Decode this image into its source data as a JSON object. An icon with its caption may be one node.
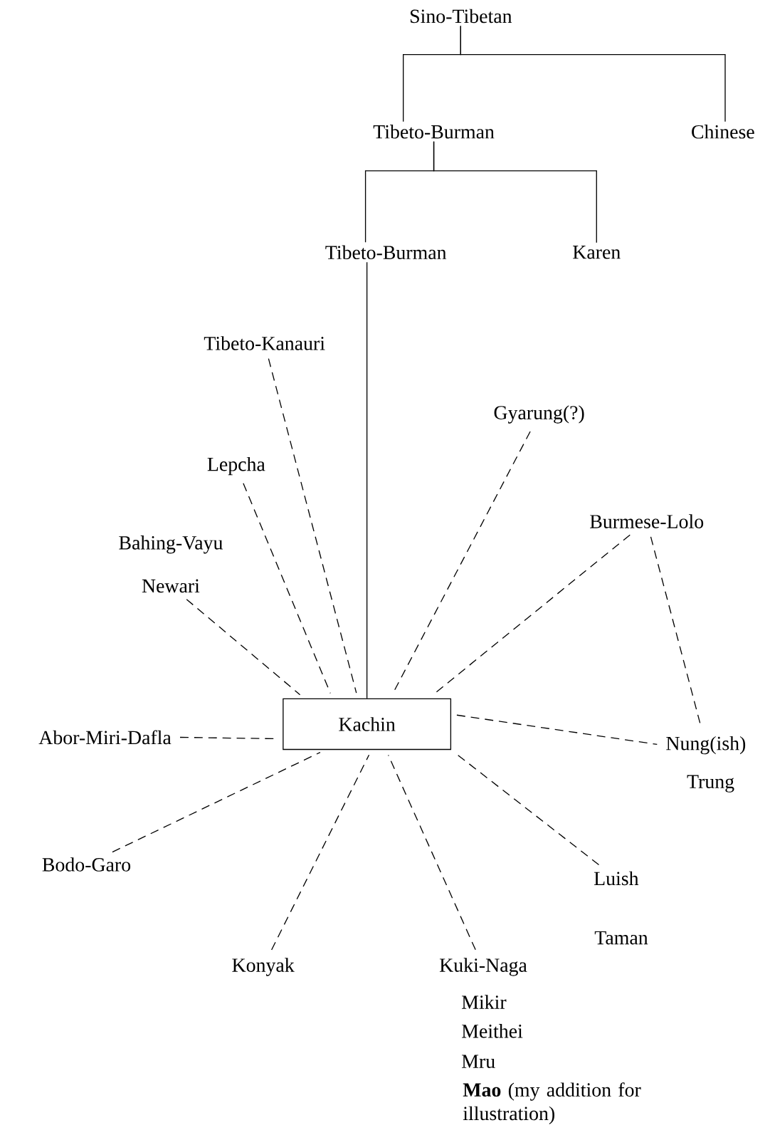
{
  "diagram": {
    "nodes": [
      {
        "text": [
          "Sino-Tibetan"
        ]
      },
      {
        "text": [
          "Tibeto-Burman"
        ]
      },
      {
        "text": [
          "Chinese"
        ]
      },
      {
        "text": [
          "Tibeto-Burman"
        ]
      },
      {
        "text": [
          "Karen"
        ]
      },
      {
        "text": [
          "Tibeto-Kanauri"
        ]
      },
      {
        "text": [
          "Gyarung(?)"
        ]
      },
      {
        "text": [
          "Lepcha"
        ]
      },
      {
        "text": [
          "Burmese-Lolo"
        ]
      },
      {
        "text": [
          "Newari"
        ]
      },
      {
        "text": [
          "Abor-Miri-Dafla"
        ]
      },
      {
        "text": [
          "Kachin"
        ]
      },
      {
        "text": [
          "Nung(ish)"
        ]
      },
      {
        "text": [
          "Bodo-Garo"
        ]
      },
      {
        "text": [
          "Luish"
        ]
      },
      {
        "text": [
          "Konyak"
        ]
      },
      {
        "text": [
          "Kuki-Naga"
        ]
      }
    ],
    "edges": [
      {
        "from": 0,
        "to": 1,
        "arrow": "none"
      },
      {
        "from": 0,
        "to": 2,
        "arrow": "none"
      },
      {
        "from": 1,
        "to": 3,
        "arrow": "none"
      },
      {
        "from": 1,
        "to": 4,
        "arrow": "none"
      },
      {
        "from": 3,
        "to": 11,
        "arrow": "none"
      },
      {
        "from": 5,
        "to": 11,
        "arrow": "none",
        "style": "dashed"
      },
      {
        "from": 7,
        "to": 11,
        "arrow": "none",
        "style": "dashed"
      },
      {
        "from": 9,
        "to": 11,
        "arrow": "none",
        "style": "dashed"
      },
      {
        "from": 6,
        "to": 11,
        "arrow": "none",
        "style": "dashed"
      },
      {
        "from": 8,
        "to": 11,
        "arrow": "none",
        "style": "dashed"
      },
      {
        "from": 8,
        "to": 12,
        "arrow": "none",
        "style": "dashed"
      },
      {
        "from": 10,
        "to": 11,
        "arrow": "none",
        "style": "dashed"
      },
      {
        "from": 11,
        "to": 12,
        "arrow": "none",
        "style": "dashed"
      },
      {
        "from": 13,
        "to": 11,
        "arrow": "none",
        "style": "dashed"
      },
      {
        "from": 15,
        "to": 11,
        "arrow": "none",
        "style": "dashed"
      },
      {
        "from": 16,
        "to": 11,
        "arrow": "none",
        "style": "dashed"
      },
      {
        "from": 14,
        "to": 11,
        "arrow": "none",
        "style": "dashed"
      }
    ],
    "labels": [
      "Bahing-Vayu",
      "Trung",
      "Taman",
      "Mikir",
      "Meithei",
      "Mru",
      "**Mao** (my addition for illustration)"
    ]
  }
}
